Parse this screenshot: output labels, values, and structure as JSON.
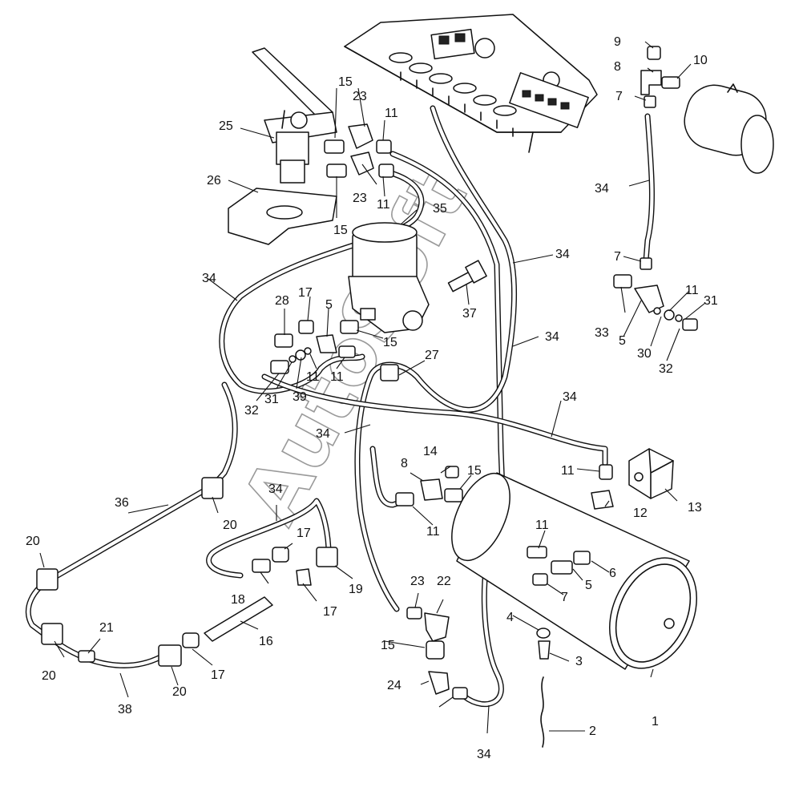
{
  "watermark": "AutoSoft",
  "labels": {
    "l1": "1",
    "l2": "2",
    "l3": "3",
    "l4": "4",
    "l5a": "5",
    "l5b": "5",
    "l5c": "5",
    "l6": "6",
    "l7a": "7",
    "l7b": "7",
    "l7c": "7",
    "l8a": "8",
    "l8b": "8",
    "l9": "9",
    "l10": "10",
    "l11a": "11",
    "l11b": "11",
    "l11c": "11",
    "l11d": "11",
    "l11e": "11",
    "l11f": "11",
    "l11g": "11",
    "l11h": "11",
    "l12": "12",
    "l13": "13",
    "l14": "14",
    "l15a": "15",
    "l15b": "15",
    "l15c": "15",
    "l15d": "15",
    "l15e": "15",
    "l16": "16",
    "l17a": "17",
    "l17b": "17",
    "l17c": "17",
    "l17d": "17",
    "l18": "18",
    "l19": "19",
    "l20a": "20",
    "l20b": "20",
    "l20c": "20",
    "l20d": "20",
    "l21": "21",
    "l22": "22",
    "l23a": "23",
    "l23b": "23",
    "l23c": "23",
    "l24": "24",
    "l25": "25",
    "l26": "26",
    "l27": "27",
    "l28": "28",
    "l30": "30",
    "l31a": "31",
    "l31b": "31",
    "l32a": "32",
    "l32b": "32",
    "l33": "33",
    "l34a": "34",
    "l34b": "34",
    "l34c": "34",
    "l34d": "34",
    "l34e": "34",
    "l34f": "34",
    "l34g": "34",
    "l34h": "34",
    "l35": "35",
    "l36": "36",
    "l37": "37",
    "l38": "38",
    "l39": "39"
  }
}
